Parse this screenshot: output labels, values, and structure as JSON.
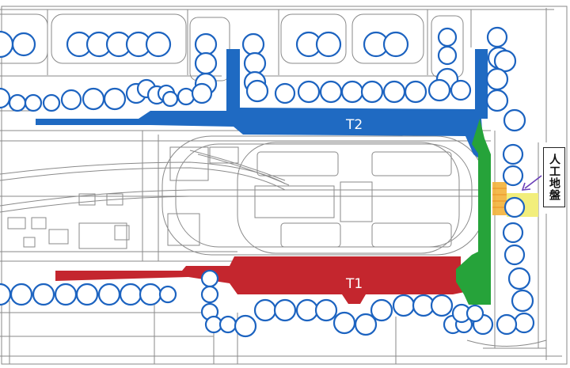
{
  "terminals": [
    {
      "name": "T2",
      "color": "#1f6ac2"
    },
    {
      "name": "T1",
      "color": "#c4262e"
    }
  ],
  "connector": {
    "color": "#26a33a"
  },
  "callout": {
    "text": "人工地盤"
  },
  "artificial_ground": {
    "color": "#f3b23a",
    "highlight": "#f2ee7c",
    "arrow": "#6a3fb8"
  },
  "stand_marker": {
    "stroke": "#1c63c0",
    "fill": "#ffffff"
  },
  "linework": {
    "color": "#7a7a7a"
  }
}
